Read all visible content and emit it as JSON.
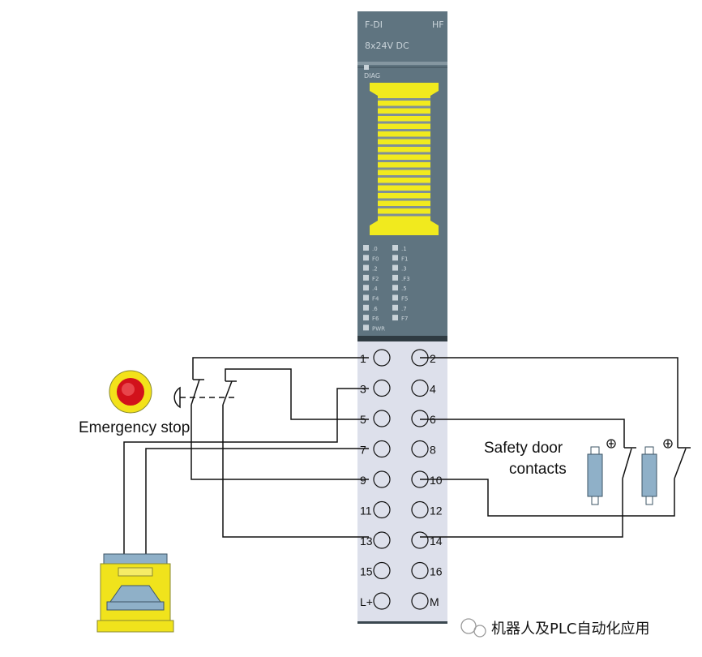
{
  "module": {
    "type_label": "F-DI",
    "variant_label": "HF",
    "spec_label": "8x24V DC",
    "diag_label": "DIAG",
    "led_labels_left": [
      ".0",
      "F0",
      ".2",
      "F2",
      ".4",
      "F4",
      ".6",
      "F6",
      "PWR"
    ],
    "led_labels_right": [
      ".1",
      "F1",
      ".3",
      ".F3",
      ".5",
      "F5",
      ".7",
      "F7"
    ]
  },
  "terminals": {
    "left": [
      "1",
      "3",
      "5",
      "7",
      "9",
      "11",
      "13",
      "15",
      "L+"
    ],
    "right": [
      "2",
      "4",
      "6",
      "8",
      "10",
      "12",
      "14",
      "16",
      "M"
    ]
  },
  "labels": {
    "emergency_stop": "Emergency stop",
    "safety_door_line1": "Safety door",
    "safety_door_line2": "contacts",
    "watermark": "机器人及PLC自动化应用"
  },
  "colors": {
    "module_body": "#5f7480",
    "module_yellow": "#f1ea1e",
    "terminal_panel": "#dde0eb",
    "estop_red": "#d2111b",
    "estop_yellow": "#f3e21a",
    "door_switch_blue": "#8fb0c8",
    "light_curtain_yellow": "#f0e31c",
    "wire": "#111111"
  }
}
